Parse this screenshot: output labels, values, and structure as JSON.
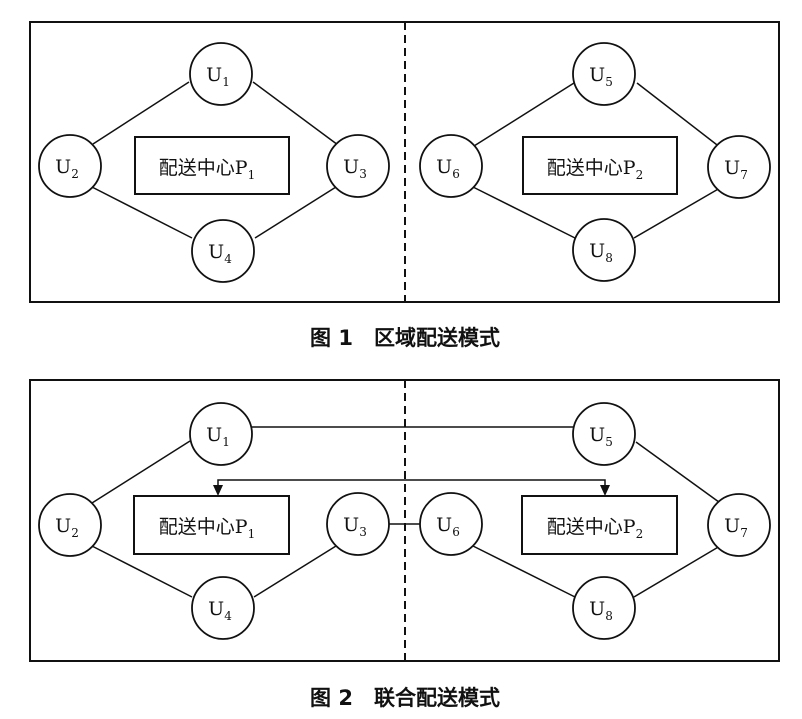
{
  "figure1": {
    "caption": "图 1　区域配送模式",
    "nodes": [
      {
        "id": "U1",
        "base": "U",
        "sub": "1"
      },
      {
        "id": "U2",
        "base": "U",
        "sub": "2"
      },
      {
        "id": "U3",
        "base": "U",
        "sub": "3"
      },
      {
        "id": "U4",
        "base": "U",
        "sub": "4"
      },
      {
        "id": "U5",
        "base": "U",
        "sub": "5"
      },
      {
        "id": "U6",
        "base": "U",
        "sub": "6"
      },
      {
        "id": "U7",
        "base": "U",
        "sub": "7"
      },
      {
        "id": "U8",
        "base": "U",
        "sub": "8"
      }
    ],
    "centers": [
      {
        "id": "P1",
        "text": "配送中心P",
        "sub": "1"
      },
      {
        "id": "P2",
        "text": "配送中心P",
        "sub": "2"
      }
    ]
  },
  "figure2": {
    "caption": "图 2　联合配送模式",
    "nodes": [
      {
        "id": "U1",
        "base": "U",
        "sub": "1"
      },
      {
        "id": "U2",
        "base": "U",
        "sub": "2"
      },
      {
        "id": "U3",
        "base": "U",
        "sub": "3"
      },
      {
        "id": "U4",
        "base": "U",
        "sub": "4"
      },
      {
        "id": "U5",
        "base": "U",
        "sub": "5"
      },
      {
        "id": "U6",
        "base": "U",
        "sub": "6"
      },
      {
        "id": "U7",
        "base": "U",
        "sub": "7"
      },
      {
        "id": "U8",
        "base": "U",
        "sub": "8"
      }
    ],
    "centers": [
      {
        "id": "P1",
        "text": "配送中心P",
        "sub": "1"
      },
      {
        "id": "P2",
        "text": "配送中心P",
        "sub": "2"
      }
    ]
  }
}
